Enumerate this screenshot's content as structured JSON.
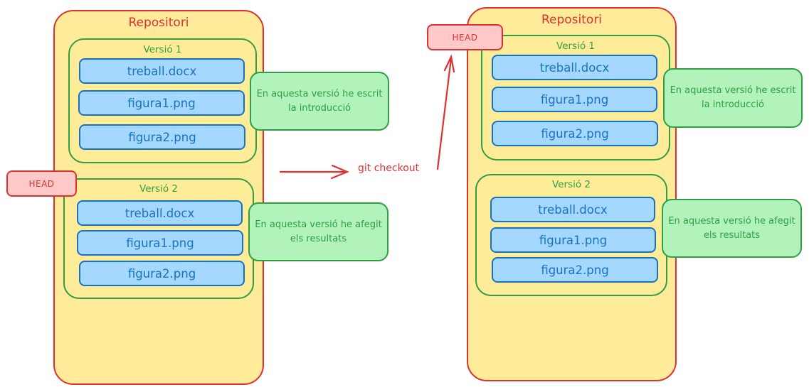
{
  "colors": {
    "repo_border": "#e03131",
    "repo_fill": "#ffeb99",
    "version_border": "#2f9e44",
    "file_fill": "#a5d8ff",
    "file_border": "#1971c2",
    "note_fill": "#b2f2bb",
    "head_fill": "#ffc9c9"
  },
  "action": {
    "label": "git checkout"
  },
  "head_label": "HEAD",
  "before": {
    "title": "Repositori",
    "head_points_to": "Versió 2",
    "versions": [
      {
        "title": "Versió 1",
        "files": [
          "treball.docx",
          "figura1.png",
          "figura2.png"
        ],
        "note": "En aquesta versió he escrit la introducció"
      },
      {
        "title": "Versió 2",
        "files": [
          "treball.docx",
          "figura1.png",
          "figura2.png"
        ],
        "note": "En aquesta versió he afegit els resultats"
      }
    ]
  },
  "after": {
    "title": "Repositori",
    "head_points_to": "Versió 1",
    "versions": [
      {
        "title": "Versió 1",
        "files": [
          "treball.docx",
          "figura1.png",
          "figura2.png"
        ],
        "note": "En aquesta versió he escrit la introducció"
      },
      {
        "title": "Versió 2",
        "files": [
          "treball.docx",
          "figura1.png",
          "figura2.png"
        ],
        "note": "En aquesta versió he afegit els resultats"
      }
    ]
  }
}
